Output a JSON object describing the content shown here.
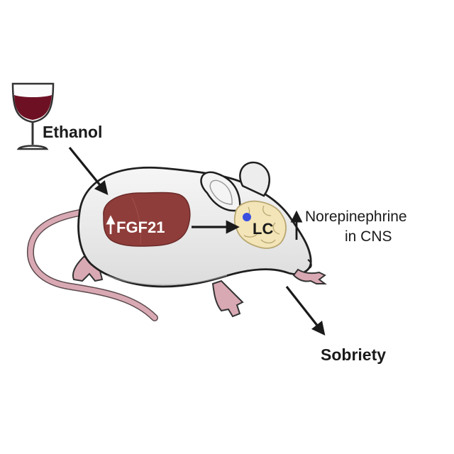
{
  "labels": {
    "ethanol": "Ethanol",
    "fgf21": "FGF21",
    "lc": "LC",
    "norepinephrine_line1": "Norepinephrine",
    "norepinephrine_line2": "in CNS",
    "sobriety": "Sobriety"
  },
  "icons": {
    "wine_glass": "wine-glass-icon",
    "liver": "liver-icon",
    "brain": "brain-icon",
    "locus_coeruleus": "lc-dot-icon",
    "up_arrow": "up-arrow-icon",
    "mouse": "mouse-illustration"
  },
  "colors": {
    "wine": "#6e1023",
    "liver": "#8f3d3a",
    "mouse_body": "#ebebeb",
    "tail": "#d9a9b3",
    "brain": "#f3e5b8",
    "lc_dot": "#3b4fe0",
    "arrow": "#1a1a1a"
  }
}
